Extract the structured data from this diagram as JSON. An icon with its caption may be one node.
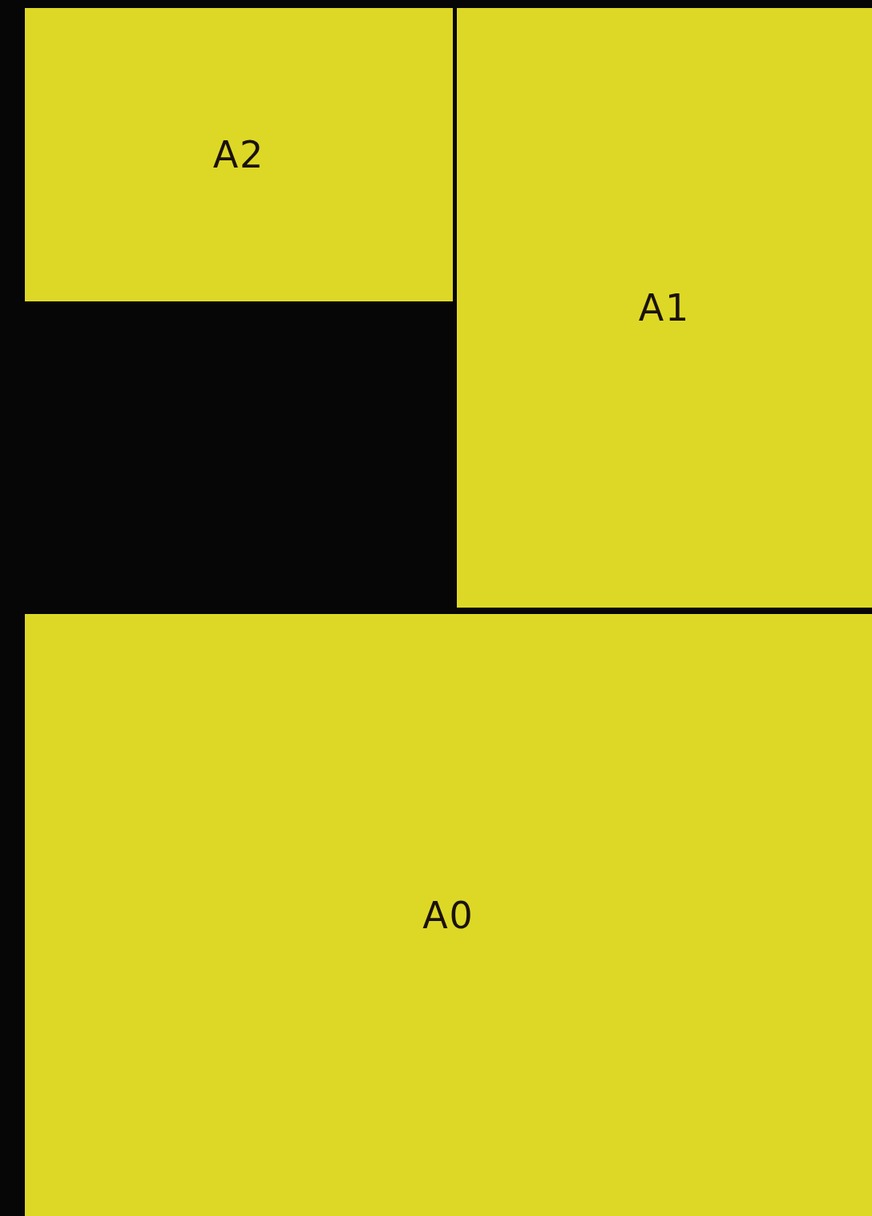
{
  "diagram": {
    "nodes": [
      {
        "text": [
          "A2"
        ]
      },
      {
        "text": [
          "A1"
        ]
      },
      {
        "text": [
          "A0"
        ]
      }
    ]
  }
}
